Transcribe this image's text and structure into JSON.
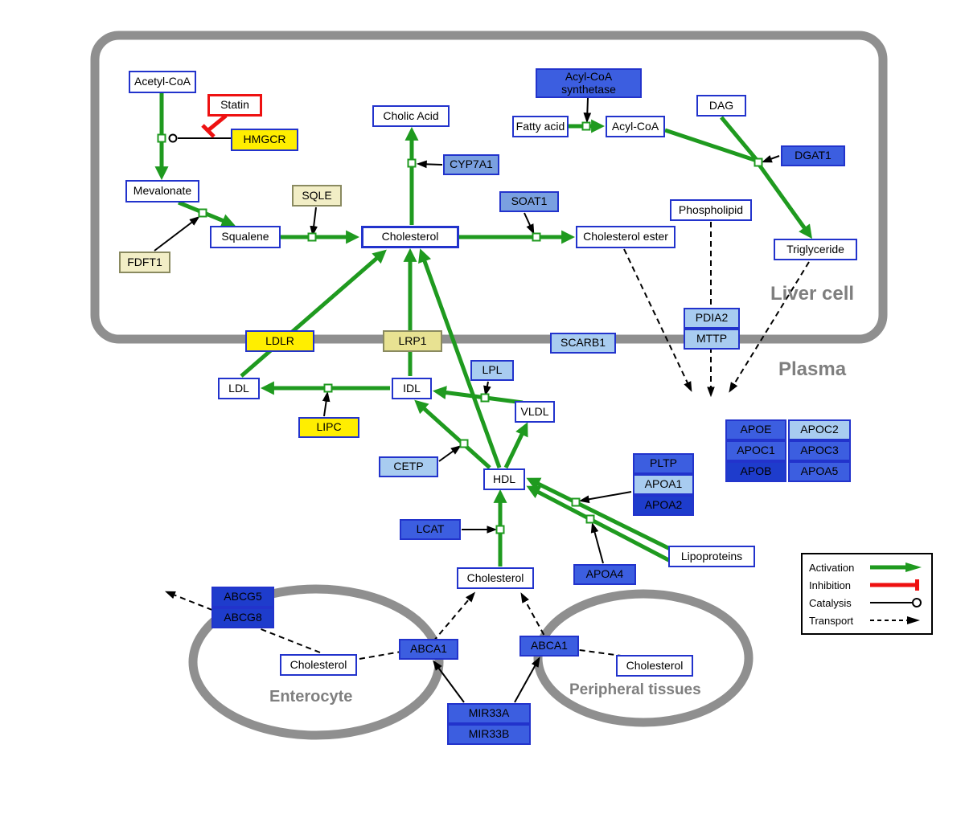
{
  "compartments": {
    "liver": "Liver cell",
    "plasma": "Plasma",
    "enterocyte": "Enterocyte",
    "peripheral": "Peripheral tissues"
  },
  "nodes": {
    "acetyl_coa": "Acetyl-CoA",
    "statin": "Statin",
    "hmgcr": "HMGCR",
    "mevalonate": "Mevalonate",
    "sqle": "SQLE",
    "fdft1": "FDFT1",
    "squalene": "Squalene",
    "cholesterol_liver": "Cholesterol",
    "cholic_acid": "Cholic Acid",
    "cyp7a1": "CYP7A1",
    "soat1": "SOAT1",
    "cholesterol_ester": "Cholesterol ester",
    "acyl_coa_synthetase": "Acyl-CoA synthetase",
    "fatty_acid": "Fatty acid",
    "acyl_coa": "Acyl-CoA",
    "dag": "DAG",
    "dgat1": "DGAT1",
    "phospholipid": "Phospholipid",
    "triglyceride": "Triglyceride",
    "ldlr": "LDLR",
    "lrp1": "LRP1",
    "scarb1": "SCARB1",
    "pdia2": "PDIA2",
    "mttp": "MTTP",
    "ldl": "LDL",
    "idl": "IDL",
    "lpl": "LPL",
    "vldl": "VLDL",
    "lipc": "LIPC",
    "cetp": "CETP",
    "hdl": "HDL",
    "pltp": "PLTP",
    "apoa1": "APOA1",
    "apoa2": "APOA2",
    "lcat": "LCAT",
    "apoa4": "APOA4",
    "lipoproteins": "Lipoproteins",
    "cholesterol_plasma": "Cholesterol",
    "apoe": "APOE",
    "apoc2": "APOC2",
    "apoc1": "APOC1",
    "apoc3": "APOC3",
    "apob": "APOB",
    "apoa5": "APOA5",
    "abcg5": "ABCG5",
    "abcg8": "ABCG8",
    "cholesterol_enterocyte": "Cholesterol",
    "abca1_enterocyte": "ABCA1",
    "abca1_peripheral": "ABCA1",
    "cholesterol_peripheral": "Cholesterol",
    "mir33a": "MIR33A",
    "mir33b": "MIR33B"
  },
  "legend": {
    "activation": "Activation",
    "inhibition": "Inhibition",
    "catalysis": "Catalysis",
    "transport": "Transport"
  },
  "colors": {
    "activation_green": "#1f9a1f",
    "inhibition_red": "#ee1111",
    "membrane_gray": "#8f8f8f",
    "metabolite_border_blue": "#2233cc",
    "enzyme_yellow": "#ffee00",
    "enzyme_cream": "#f2eec6",
    "enzyme_blue_light": "#a8ccf0",
    "enzyme_blue_mid": "#7aa0e0",
    "enzyme_blue_strong": "#3c5ee0",
    "enzyme_blue_dark": "#1e3ccc"
  }
}
